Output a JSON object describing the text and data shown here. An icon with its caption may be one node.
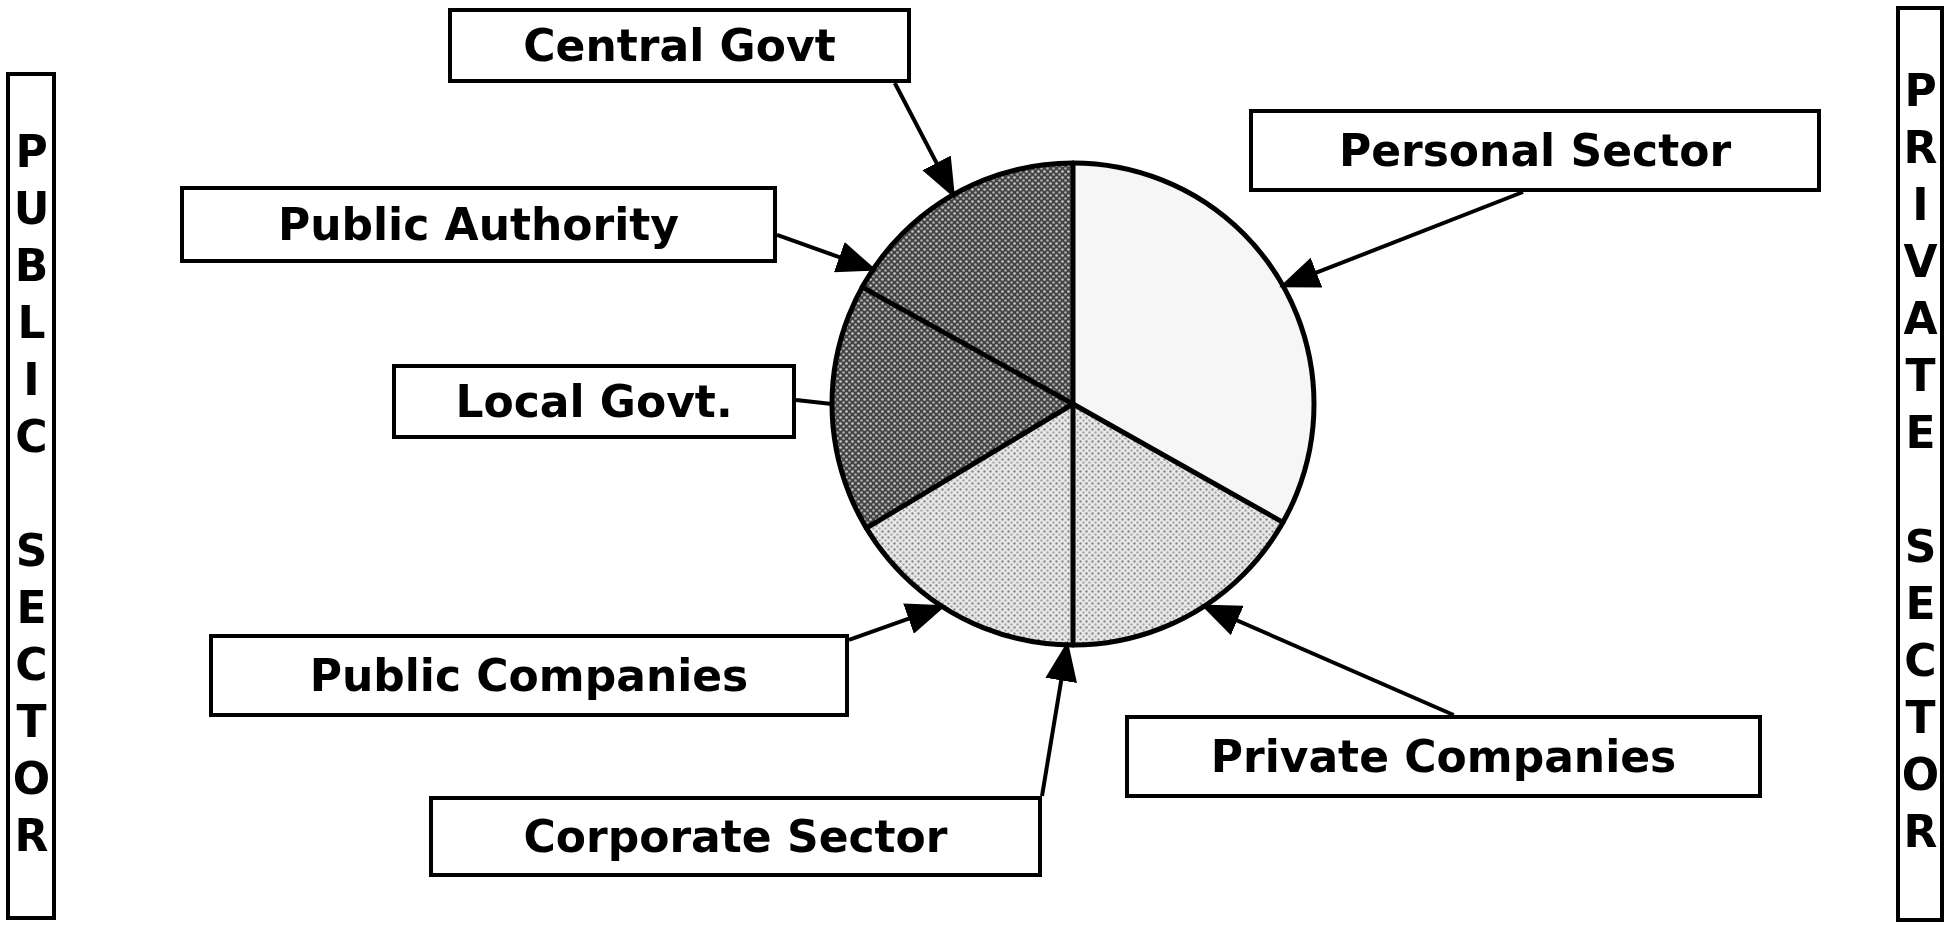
{
  "diagram": {
    "nodes": [
      {
        "text": [
          "Central Govt"
        ]
      },
      {
        "text": [
          "Personal Sector"
        ]
      },
      {
        "text": [
          "Public Authority"
        ]
      },
      {
        "text": [
          "Local Govt."
        ]
      },
      {
        "text": [
          "Public Companies"
        ]
      },
      {
        "text": [
          "Private Companies"
        ]
      },
      {
        "text": [
          "Corporate Sector"
        ]
      },
      {
        "text": [
          "PUBLIC SECTOR"
        ]
      },
      {
        "text": [
          "PRIVATE SECTOR"
        ]
      },
      {
        "text": [],
        "shape": "circle"
      },
      {
        "text": [],
        "shape": "slice",
        "in": 9
      },
      {
        "text": [],
        "shape": "slice",
        "in": 9
      },
      {
        "text": [],
        "shape": "slice",
        "in": 9
      },
      {
        "text": [],
        "shape": "slice",
        "in": 9
      },
      {
        "text": [],
        "shape": "slice",
        "in": 9
      }
    ],
    "edges": [
      {
        "from": 0,
        "to": 10,
        "arrow": "to"
      },
      {
        "from": 1,
        "to": 11,
        "arrow": "to"
      },
      {
        "from": 2,
        "to": 9,
        "arrow": "to"
      },
      {
        "from": 3,
        "to": 12,
        "arrow": "none"
      },
      {
        "from": 4,
        "to": 13,
        "arrow": "to"
      },
      {
        "from": 5,
        "to": 14,
        "arrow": "to"
      },
      {
        "from": 6,
        "to": 9,
        "arrow": "to"
      }
    ]
  }
}
